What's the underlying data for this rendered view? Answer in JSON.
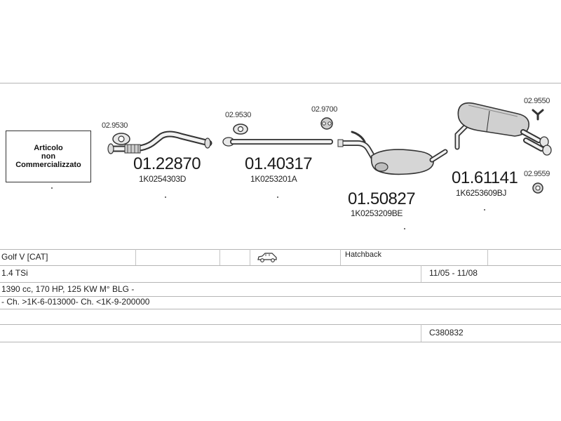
{
  "not_sold_box": {
    "line1": "Articolo",
    "line2": "non",
    "line3": "Commercializzato"
  },
  "parts": {
    "p1": {
      "small_code": "02.9530",
      "code": "01.22870",
      "ref": "1K0254303D",
      "icon": "front-pipe-icon"
    },
    "p2": {
      "small_code": "02.9530",
      "code": "01.40317",
      "ref": "1K0253201A",
      "icon": "center-pipe-icon"
    },
    "p2b": {
      "small_code": "02.9700",
      "icon": "rubber-mount-icon"
    },
    "p3": {
      "code": "01.50827",
      "ref": "1K0253209BE",
      "icon": "middle-silencer-icon"
    },
    "p4": {
      "small_code": "02.9550",
      "small_code2": "02.9559",
      "code": "01.61141",
      "ref": "1K6253609BJ",
      "icon": "rear-silencer-icon"
    }
  },
  "vehicle": {
    "model": "Golf V  [CAT]",
    "body_icon": "hatchback-car-icon",
    "body_type": "Hatchback",
    "engine": "1.4 TSi",
    "years": "11/05 - 11/08",
    "specs": "1390 cc, 170 HP, 125 KW M° BLG -",
    "chassis": "- Ch. >1K-6-013000- Ch. <1K-9-200000",
    "catalog_code": "C380832"
  },
  "colors": {
    "line": "#b5b5b5",
    "part_stroke": "#333333",
    "part_fill": "#d0d0d0"
  }
}
